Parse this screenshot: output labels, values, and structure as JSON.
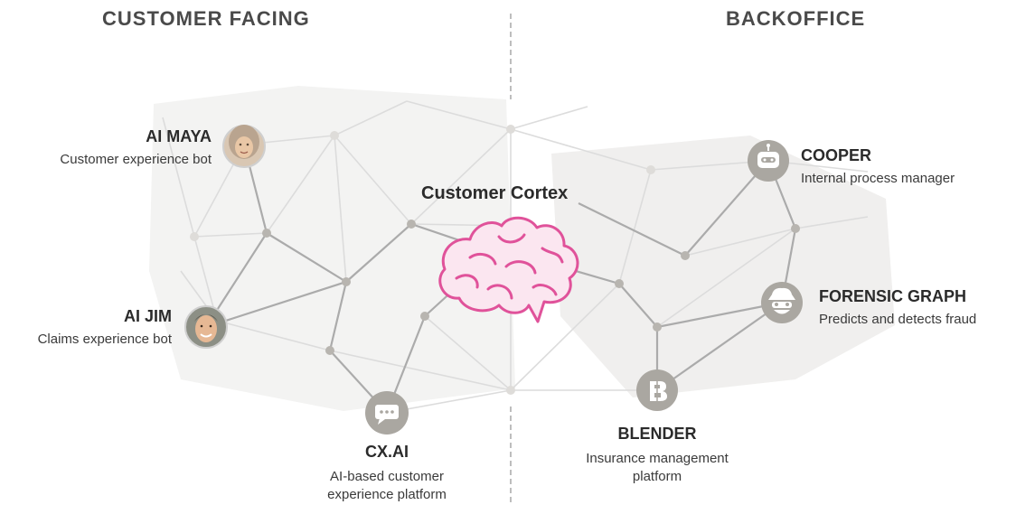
{
  "headers": {
    "left": "CUSTOMER FACING",
    "right": "BACKOFFICE"
  },
  "center": {
    "title": "Customer Cortex"
  },
  "nodes": {
    "ai_maya": {
      "name": "AI MAYA",
      "desc": "Customer experience bot"
    },
    "ai_jim": {
      "name": "AI JIM",
      "desc": "Claims experience bot"
    },
    "cx_ai": {
      "name": "CX.AI",
      "desc_line1": "AI-based customer",
      "desc_line2": "experience platform"
    },
    "cooper": {
      "name": "COOPER",
      "desc": "Internal process manager"
    },
    "forensic_graph": {
      "name": "FORENSIC GRAPH",
      "desc": "Predicts and detects fraud"
    },
    "blender": {
      "name": "BLENDER",
      "desc_line1": "Insurance management",
      "desc_line2": "platform"
    }
  },
  "colors": {
    "brain": "#e0529a",
    "network_line": "#cfcfcf",
    "network_line_dark": "#a8a8a8",
    "node_gray": "#b5b2ad",
    "icon_circle": "#aaa7a1"
  },
  "icons": {
    "cx_ai": "chat-bubble-icon",
    "cooper": "robot-icon",
    "forensic_graph": "detective-icon",
    "blender": "blender-b-icon",
    "ai_maya": "avatar-photo",
    "ai_jim": "avatar-photo"
  }
}
